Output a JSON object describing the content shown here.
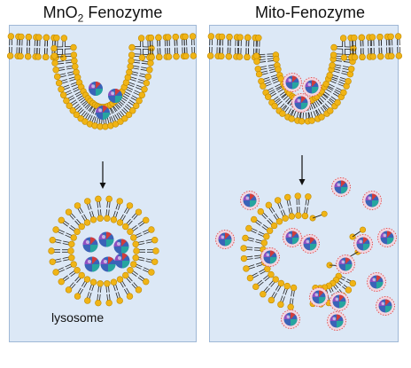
{
  "left_panel": {
    "title_main": "MnO",
    "title_sub": "2",
    "title_rest": " Fenozyme",
    "vesicle_label": "lysosome"
  },
  "right_panel": {
    "title": "Mito-Fenozyme"
  },
  "colors": {
    "panel_bg": "#dce8f6",
    "panel_border": "#9fb8d6",
    "lipid_head": "#f0b416",
    "lipid_head_stroke": "#c08a00",
    "lipid_tail": "#222222",
    "particle_blue": "#3a63b8",
    "particle_teal": "#27a5a0",
    "particle_red": "#d13c3c",
    "particle_purple": "#8d4fc1",
    "coat_red": "#e35a5a",
    "arrow": "#111111"
  }
}
